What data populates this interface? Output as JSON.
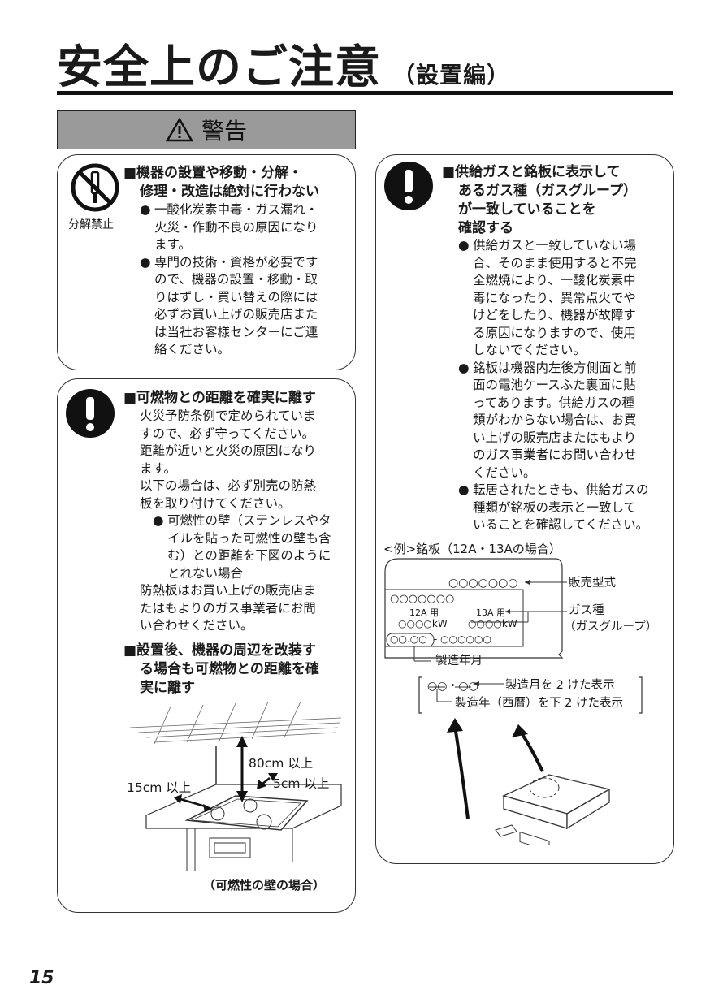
{
  "page": {
    "title": "安全上のご注意",
    "subtitle": "（設置編）",
    "page_number": "15"
  },
  "warning_banner": {
    "label": "警告",
    "icon": "warning-triangle-icon"
  },
  "box1": {
    "icon": "no-disassembly-icon",
    "icon_caption": "分解禁止",
    "heading_line1": "■機器の設置や移動・分解・",
    "heading_line2": "修理・改造は絶対に行わない",
    "bullets": [
      [
        "一酸化炭素中毒・ガス漏れ・",
        "火災・作動不良の原因になり",
        "ます。"
      ],
      [
        "専門の技術・資格が必要です",
        "ので、機器の設置・移動・取",
        "りはずし・買い替えの際には",
        "必ずお買い上げの販売店また",
        "は当社お客様センターにご連",
        "絡ください。"
      ]
    ]
  },
  "box2": {
    "icon": "exclamation-icon",
    "heading": "■可燃物との距離を確実に離す",
    "para1": [
      "火災予防条例で定められていま",
      "すので、必ず守ってください。",
      "距離が近いと火災の原因になり",
      "ます。"
    ],
    "para2": [
      "以下の場合は、必ず別売の防熱",
      "板を取り付けてください。"
    ],
    "bullet": [
      "可燃性の壁（ステンレスやタ",
      "イルを貼った可燃性の壁も含",
      "む）との距離を下図のように",
      "とれない場合"
    ],
    "para3": [
      "防熱板はお買い上げの販売店ま",
      "たはもよりのガス事業者にお問",
      "い合わせください。"
    ],
    "heading2": [
      "■設置後、機器の周辺を改装す",
      "る場合も可燃物との距離を確",
      "実に離す"
    ],
    "diagram": {
      "label_top": "80cm 以上",
      "label_left": "15cm 以上",
      "label_right": "5cm 以上",
      "caption": "（可燃性の壁の場合）"
    }
  },
  "box3": {
    "icon": "exclamation-icon",
    "heading": [
      "■供給ガスと銘板に表示して",
      "あるガス種（ガスグループ）",
      "が一致していることを",
      "確認する"
    ],
    "bullets": [
      [
        "供給ガスと一致していない場",
        "合、そのまま使用すると不完",
        "全燃焼により、一酸化炭素中",
        "毒になったり、異常点火でや",
        "けどをしたり、機器が故障す",
        "る原因になりますので、使用",
        "しないでください。"
      ],
      [
        "銘板は機器内左後方側面と前",
        "面の電池ケースふた裏面に貼",
        "ってあります。供給ガスの種",
        "類がわからない場合は、お買",
        "い上げの販売店またはもより",
        "のガス事業者にお問い合わせ",
        "ください。"
      ],
      [
        "転居されたときも、供給ガスの",
        "種類が銘板の表示と一致して",
        "いることを確認してください。"
      ]
    ],
    "example": {
      "title": "<例>銘板（12A・13Aの場合）",
      "model_code": "○○○○○○○",
      "label_model": "販売型式",
      "row1": "○○○○○○○",
      "col1_head": "12A 用",
      "col2_head": "13A 用",
      "col1_kw": "○○○○kW",
      "col2_kw": "○○○○kW",
      "label_gas": "ガス種",
      "label_gas_sub": "（ガスグループ）",
      "serial_date": "○○.○○",
      "serial_rest": "- ○○○○○○",
      "label_date": "製造年月",
      "legend_code": "○○・○○",
      "legend_month": "製造月を 2 けた表示",
      "legend_year": "製造年（西暦）を下 2 けた表示"
    }
  }
}
